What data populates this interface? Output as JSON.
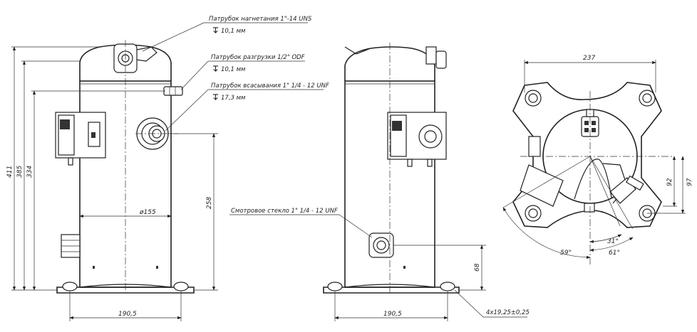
{
  "callouts": {
    "discharge_label": "Патрубок нагнетания 1\"-14 UNS",
    "discharge_depth": "10,1 мм",
    "relief_label": "Патрубок разгрузки 1/2\" ODF",
    "relief_depth": "10,1 мм",
    "suction_label": "Патрубок всасывания 1\" 1/4 - 12 UNF",
    "suction_depth": "17,3 мм",
    "sightglass_label": "Смотровое стекло 1\" 1/4 - 12 UNF",
    "mount_holes": "4x19,25±0,25"
  },
  "dimensions": {
    "height_total": "411",
    "height_relief": "385",
    "height_suction_body": "334",
    "diameter": "ø155",
    "suction_height": "258",
    "width_front": "190,5",
    "width_side": "190,5",
    "sightglass_height": "68",
    "top_width": "237",
    "offset_92": "92",
    "offset_97": "97",
    "angle_31": "31°",
    "angle_61": "61°",
    "angle_59": "59°"
  }
}
